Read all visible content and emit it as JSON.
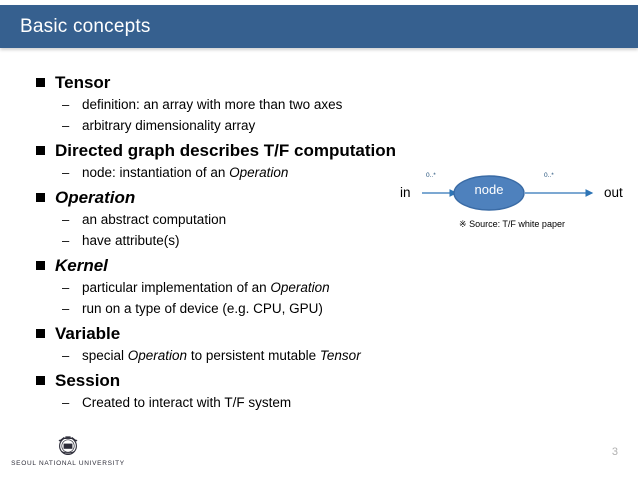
{
  "slide": {
    "title": "Basic concepts",
    "page_number": "3",
    "accent_color": "#36608F",
    "node_fill_color": "#4E81BD",
    "node_border_color": "#3A6BA5"
  },
  "bullets": [
    {
      "label": "Tensor",
      "italic": false,
      "sub": [
        {
          "parts": [
            {
              "t": "definition: an array with more than two axes",
              "i": false
            }
          ]
        },
        {
          "parts": [
            {
              "t": "arbitrary dimensionality array",
              "i": false
            }
          ]
        }
      ]
    },
    {
      "label": "Directed graph describes T/F computation",
      "italic": false,
      "sub": [
        {
          "parts": [
            {
              "t": "node: instantiation of an ",
              "i": false
            },
            {
              "t": "Operation",
              "i": true
            }
          ]
        }
      ]
    },
    {
      "label": "Operation",
      "italic": true,
      "sub": [
        {
          "parts": [
            {
              "t": "an abstract computation",
              "i": false
            }
          ]
        },
        {
          "parts": [
            {
              "t": "have attribute(s)",
              "i": false
            }
          ]
        }
      ]
    },
    {
      "label": "Kernel",
      "italic": true,
      "sub": [
        {
          "parts": [
            {
              "t": "particular implementation of an ",
              "i": false
            },
            {
              "t": "Operation",
              "i": true
            }
          ]
        },
        {
          "parts": [
            {
              "t": "run on a type of device (e.g. CPU, GPU)",
              "i": false
            }
          ]
        }
      ]
    },
    {
      "label": "Variable",
      "italic": false,
      "sub": [
        {
          "parts": [
            {
              "t": "special ",
              "i": false
            },
            {
              "t": "Operation",
              "i": true
            },
            {
              "t": " to persistent mutable ",
              "i": false
            },
            {
              "t": "Tensor",
              "i": true
            }
          ]
        }
      ]
    },
    {
      "label": "Session",
      "italic": false,
      "sub": [
        {
          "parts": [
            {
              "t": "Created to interact with T/F system",
              "i": false
            }
          ]
        }
      ]
    }
  ],
  "bullet_marker": "■",
  "sub_marker": "–",
  "diagram": {
    "in_label": "in",
    "out_label": "out",
    "node_label": "node",
    "multiplicity_in": "0..*",
    "multiplicity_out": "0..*",
    "caption": "※ Source: T/F white paper"
  },
  "footer": {
    "university": "SEOUL NATIONAL UNIVERSITY"
  }
}
